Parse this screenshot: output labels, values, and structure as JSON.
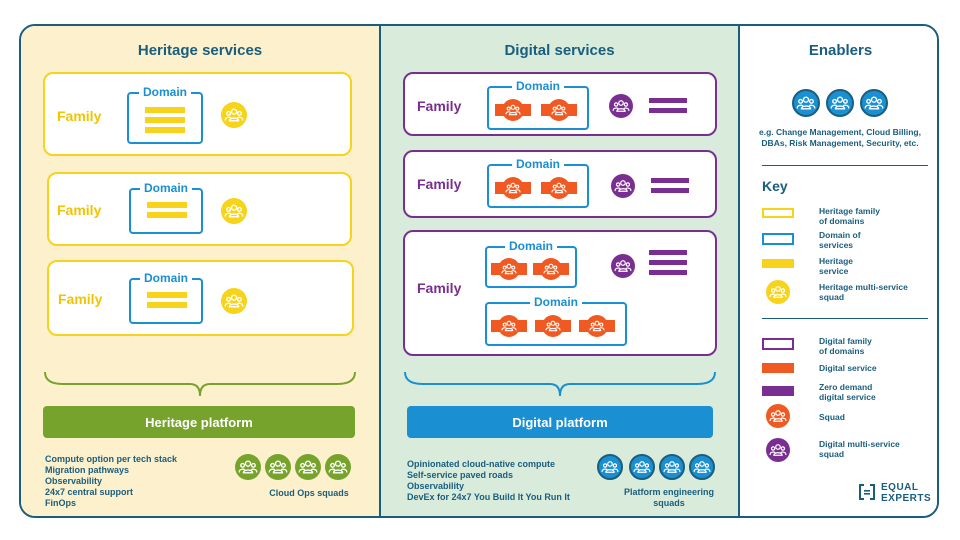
{
  "heritage": {
    "title": "Heritage services",
    "families": [
      {
        "label": "Family",
        "domain": "Domain"
      },
      {
        "label": "Family",
        "domain": "Domain"
      },
      {
        "label": "Family",
        "domain": "Domain"
      }
    ],
    "platform": "Heritage platform",
    "features": [
      "Compute option per tech stack",
      "Migration pathways",
      "Observability",
      "24x7 central support",
      "FinOps"
    ],
    "squads_caption": "Cloud Ops squads"
  },
  "digital": {
    "title": "Digital services",
    "families": [
      {
        "label": "Family",
        "domains": [
          "Domain"
        ]
      },
      {
        "label": "Family",
        "domains": [
          "Domain"
        ]
      },
      {
        "label": "Family",
        "domains": [
          "Domain",
          "Domain"
        ]
      }
    ],
    "platform": "Digital platform",
    "features": [
      "Opinionated cloud-native compute",
      "Self-service paved roads",
      "Observability",
      "DevEx for 24x7 You Build It You Run It"
    ],
    "squads_caption": [
      "Platform engineering",
      "squads"
    ]
  },
  "enablers": {
    "title": "Enablers",
    "description": [
      "e.g. Change Management, Cloud Billing,",
      "DBAs, Risk Management, Security, etc."
    ],
    "key_title": "Key",
    "key": [
      {
        "lines": [
          "Heritage family",
          "of domains"
        ]
      },
      {
        "lines": [
          "Domain of",
          "services"
        ]
      },
      {
        "lines": [
          "Heritage",
          "service"
        ]
      },
      {
        "lines": [
          "Heritage multi-service",
          "squad"
        ]
      },
      {
        "lines": [
          "Digital family",
          "of domains"
        ]
      },
      {
        "lines": [
          "Digital service"
        ]
      },
      {
        "lines": [
          "Zero demand",
          "digital service"
        ]
      },
      {
        "lines": [
          "Squad"
        ]
      },
      {
        "lines": [
          "Digital multi-service",
          "squad"
        ]
      }
    ]
  },
  "brand": {
    "line1": "EQUAL",
    "line2": "EXPERTS"
  },
  "colors": {
    "navy": "#1a5e7e",
    "heritage_yellow": "#f7d31b",
    "heritage_bg": "#fdf0cd",
    "digital_bg": "#d9ebda",
    "domain_blue": "#1a8fd1",
    "digital_purple": "#7b2e91",
    "service_orange": "#f05a22",
    "heritage_green": "#76a32c"
  },
  "icons": {
    "squad": "people-group-icon",
    "brand": "equal-experts-logo-icon"
  }
}
